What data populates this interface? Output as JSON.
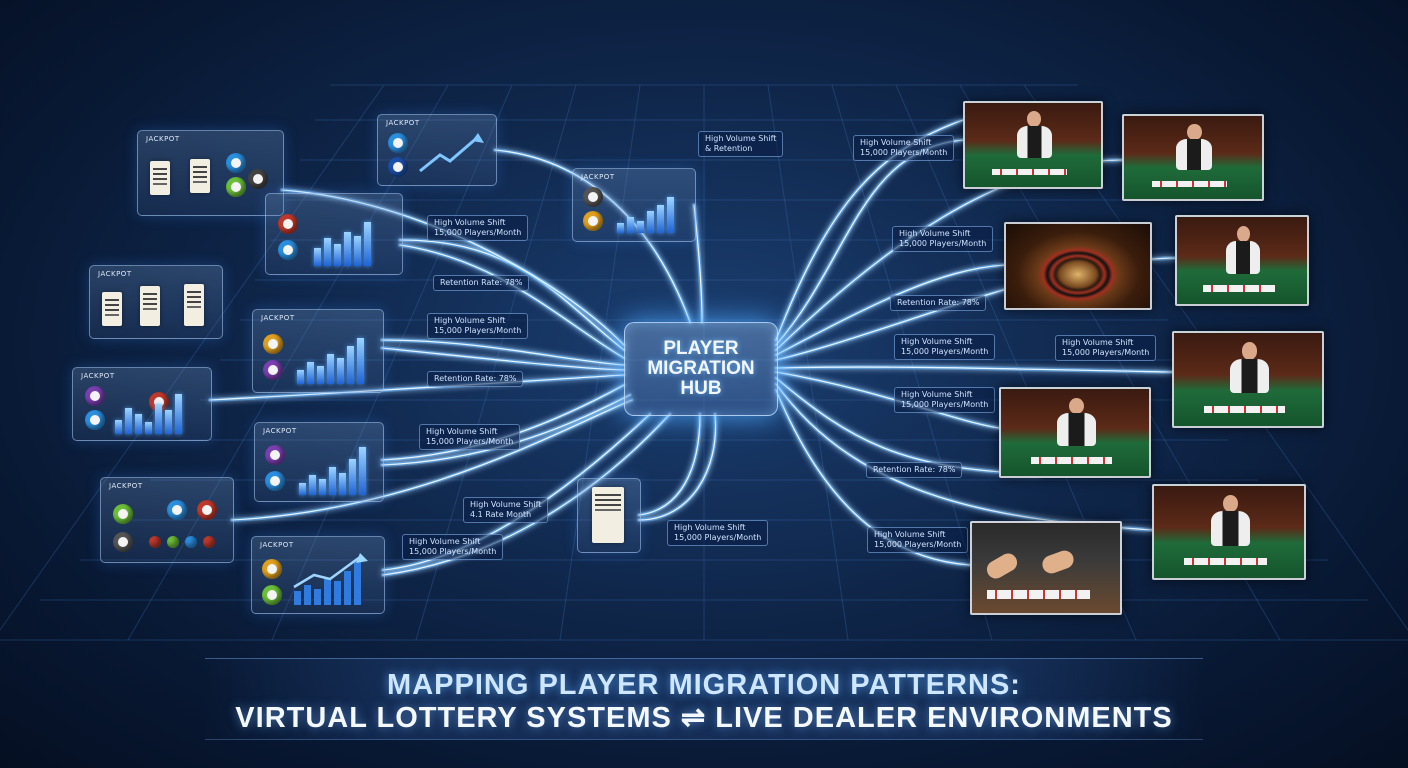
{
  "hub": {
    "label": "PLAYER MIGRATION HUB"
  },
  "title": {
    "line1": "MAPPING PLAYER MIGRATION PATTERNS:",
    "line2": "VIRTUAL LOTTERY SYSTEMS ⇌ LIVE DEALER ENVIRONMENTS"
  },
  "panel_label": "JACKPOT",
  "stat_tags": [
    {
      "line1": "High Volume Shift",
      "line2": "& Retention"
    },
    {
      "line1": "High Volume Shift",
      "line2": "15,000 Players/Month"
    },
    {
      "line1": "Retention Rate: 78%",
      "line2": ""
    },
    {
      "line1": "High Volume Shift",
      "line2": "15,000 Players/Month"
    },
    {
      "line1": "Retention Rate: 78%",
      "line2": ""
    },
    {
      "line1": "High Volume Shift",
      "line2": "15,000 Players/Month"
    },
    {
      "line1": "High Volume Shift",
      "line2": "4.1 Rate Month"
    },
    {
      "line1": "High Volume Shift",
      "line2": "15,000 Players/Month"
    },
    {
      "line1": "High Volume Shift",
      "line2": "15,000 Players/Month"
    },
    {
      "line1": "High Volume Shift",
      "line2": "15,000 Players/Month"
    },
    {
      "line1": "Retention Rate: 78%",
      "line2": ""
    },
    {
      "line1": "High Volume Shift",
      "line2": "15,000 Players/Month"
    },
    {
      "line1": "High Volume Shift",
      "line2": "15,000 Players/Month"
    },
    {
      "line1": "High Volume Shift",
      "line2": "15,000 Players/Month"
    },
    {
      "line1": "Retention Rate: 78%",
      "line2": ""
    },
    {
      "line1": "High Volume Shift",
      "line2": "15,000 Players/Month"
    },
    {
      "line1": "High Volume Shift",
      "line2": "15,000 Players/Month"
    }
  ],
  "colors": {
    "flow": "#5fb8ff",
    "flow_core": "#e6f4ff",
    "background": "#0a1a33"
  }
}
